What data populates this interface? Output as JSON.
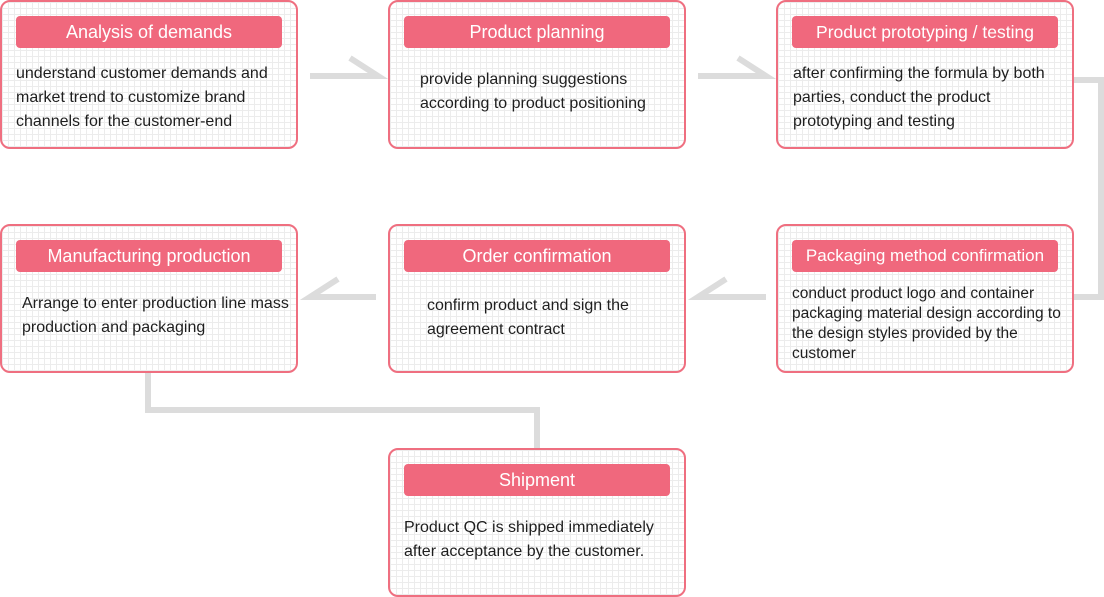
{
  "steps": [
    {
      "title": "Analysis of demands",
      "description": "understand customer demands and market trend to customize brand channels for the customer-end"
    },
    {
      "title": "Product planning",
      "description": "provide planning suggestions according to product positioning"
    },
    {
      "title": "Product prototyping / testing",
      "description": "after confirming the formula by both parties, conduct the product prototyping and testing"
    },
    {
      "title": "Packaging method confirmation",
      "description": "conduct product logo and container packaging material design according to the design styles provided by the customer"
    },
    {
      "title": "Order confirmation",
      "description": "confirm product and sign the agreement contract"
    },
    {
      "title": "Manufacturing production",
      "description": "Arrange to enter production line mass production and packaging"
    },
    {
      "title": "Shipment",
      "description": "Product QC is shipped immediately after acceptance by the customer."
    }
  ],
  "colors": {
    "accent": "#f0687d",
    "border": "#ef6f80",
    "connector": "#dcdcdc"
  }
}
